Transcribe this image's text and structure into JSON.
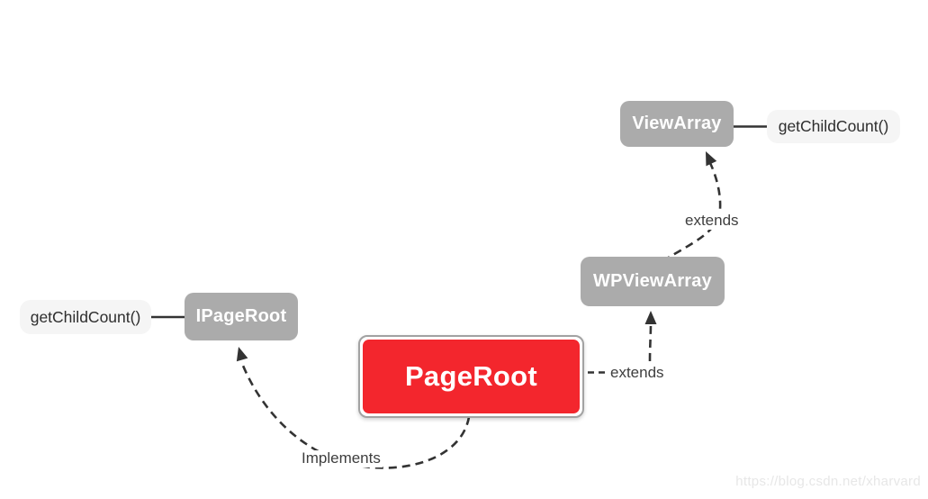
{
  "colors": {
    "line": "#333333",
    "node_fill": "#ababab",
    "node_text": "#ffffff",
    "root_fill": "#f3262d",
    "root_ring": "#a2a2a2",
    "callout_bg": "#f5f5f5",
    "callout_text": "#2e2e2e",
    "label_text": "#3e3e3e",
    "watermark": "#e7e7e7"
  },
  "nodes": {
    "pageRoot": {
      "label": "PageRoot"
    },
    "iPageRoot": {
      "label": "IPageRoot"
    },
    "wpViewArray": {
      "label": "WPViewArray"
    },
    "viewArray": {
      "label": "ViewArray"
    }
  },
  "callouts": {
    "viewArray_method": "getChildCount()",
    "iPageRoot_method": "getChildCount()"
  },
  "edges": {
    "pageRoot_extends_wpViewArray": "extends",
    "wpViewArray_extends_viewArray": "extends",
    "pageRoot_implements_iPageRoot": "Implements"
  },
  "watermark": "https://blog.csdn.net/xharvard"
}
